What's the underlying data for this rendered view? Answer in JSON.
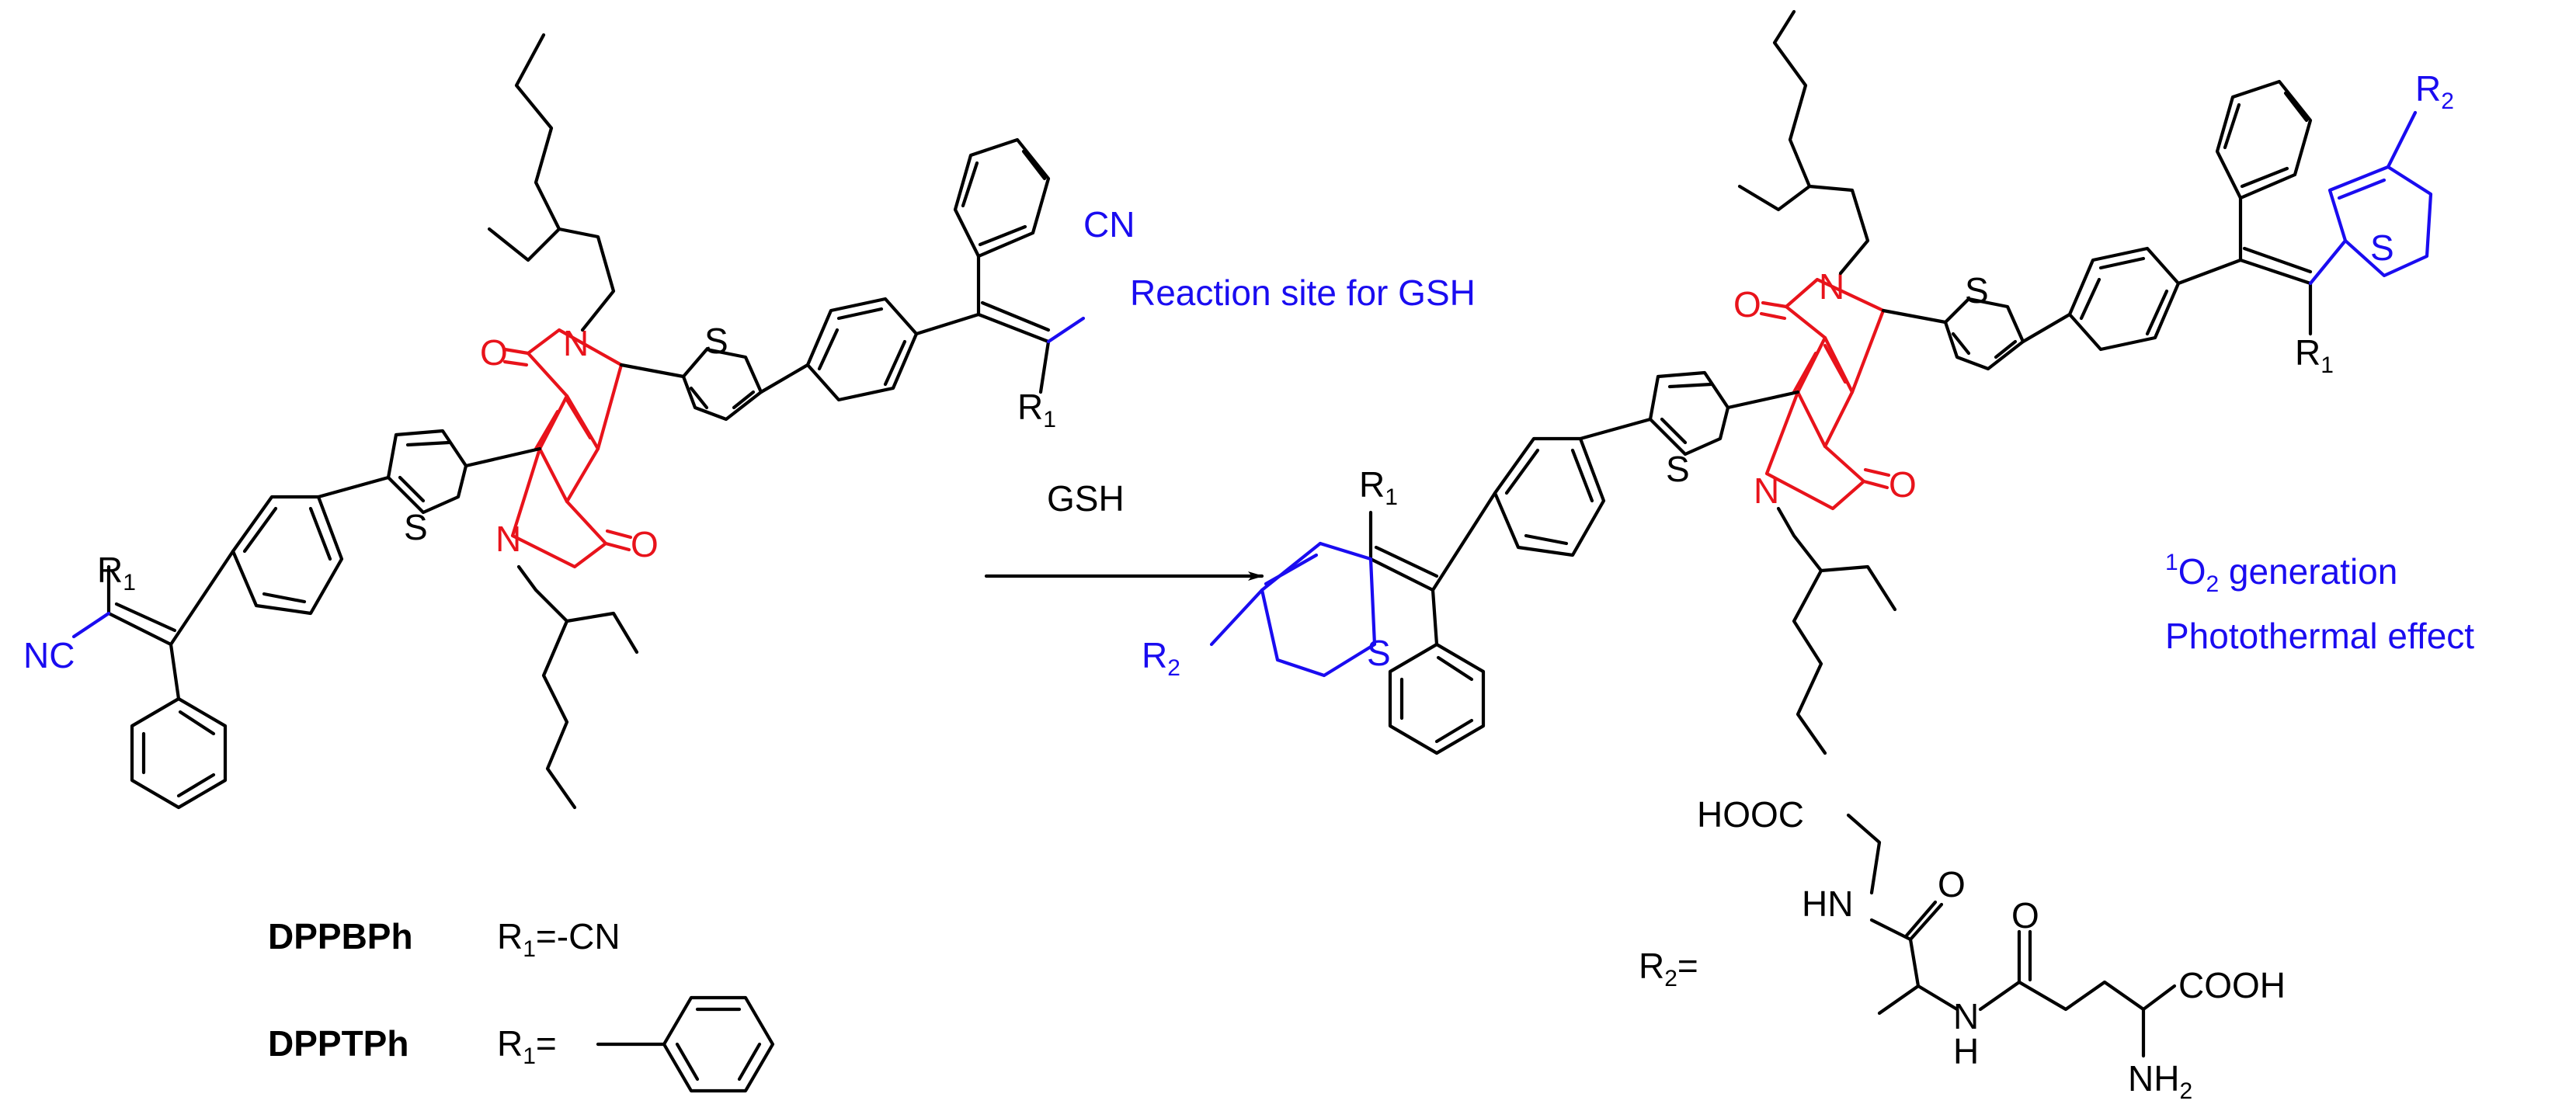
{
  "colors": {
    "bond": "#000000",
    "core": "#e8131b",
    "reaction": "#1a0cf0"
  },
  "reagent": "GSH",
  "annotations": {
    "reaction_site": "Reaction site for GSH",
    "singlet_oxygen_sup": "1",
    "singlet_oxygen": "O",
    "singlet_oxygen_sub": "2",
    "singlet_oxygen_rest": " generation",
    "photothermal": "Photothermal effect"
  },
  "atoms": {
    "N": "N",
    "O": "O",
    "S": "S",
    "CN": "CN",
    "NC": "NC",
    "R": "R",
    "one": "1",
    "two": "2"
  },
  "compounds": [
    {
      "name": "DPPBPh",
      "r1_prefix": "R",
      "r1_sub": "1",
      "r1_value": "=-CN"
    },
    {
      "name": "DPPTPh",
      "r1_prefix": "R",
      "r1_sub": "1",
      "r1_value": "="
    }
  ],
  "r2_definition": {
    "prefix": "R",
    "sub": "2",
    "equals": "=",
    "hooc": "HOOC",
    "hn": "HN",
    "h": "H",
    "n": "N",
    "cooh": "COOH",
    "nh": "NH",
    "nh_sub": "2",
    "o": "O"
  }
}
